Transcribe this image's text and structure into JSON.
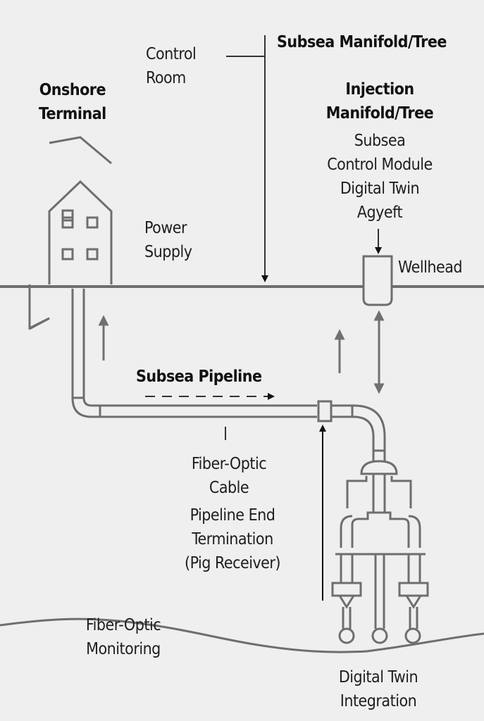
{
  "labels": {
    "subsea_manifold_tree": "Subsea Manifold/Tree",
    "control_room": [
      "Control",
      "Room"
    ],
    "onshore_terminal": [
      "Onshore",
      "Terminal"
    ],
    "injection_manifold_tree": [
      "Injection",
      "Manifold/Tree"
    ],
    "subsea_control_module": [
      "Subsea",
      "Control Module",
      "Digital Twin",
      "Agyeft"
    ],
    "power_supply": [
      "Power",
      "Supply"
    ],
    "wellhead": "Wellhead",
    "subsea_pipeline": "Subsea Pipeline",
    "fiber_optic_cable": [
      "Fiber-Optic",
      "Cable"
    ],
    "pipeline_end_termination": [
      "Pipeline End",
      "Termination",
      "(Pig Receiver)"
    ],
    "fiber_optic_monitoring": [
      "Fiber-Optic",
      "Monitoring"
    ],
    "digital_twin_integration": [
      "Digital Twin",
      "Integration"
    ]
  },
  "colors": {
    "background": "#efefef",
    "line": "#6e6e6e",
    "dark": "#1e1e1e"
  }
}
